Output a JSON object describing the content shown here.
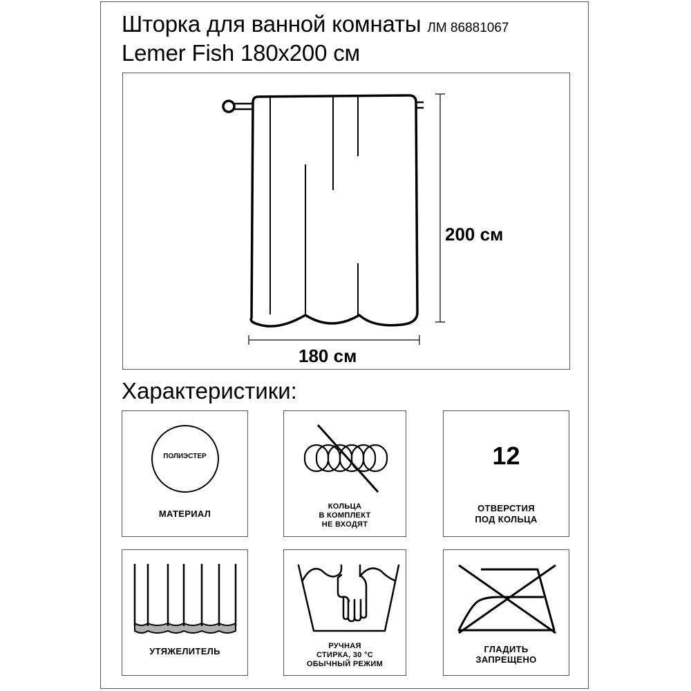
{
  "header": {
    "title_line1": "Шторка для ванной комнаты",
    "sku": "ЛМ 86881067",
    "title_line2": "Lemer Fish 180x200 см"
  },
  "diagram": {
    "height_label": "200 см",
    "width_label": "180 см",
    "icon": "shower-curtain-diagram-icon"
  },
  "characteristics": {
    "title": "Характеристики:",
    "cards": [
      {
        "icon": "material-circle-icon",
        "inner_text": "ПОЛИЭСТЕР",
        "label_lines": [
          "МАТЕРИАЛ"
        ]
      },
      {
        "icon": "rings-crossed-icon",
        "label_lines": [
          "КОЛЬЦА",
          "В КОМПЛЕКТ",
          "НЕ ВХОДЯТ"
        ]
      },
      {
        "icon": "holes-count-icon",
        "value": "12",
        "label_lines": [
          "ОТВЕРСТИЯ",
          "ПОД КОЛЬЦА"
        ]
      },
      {
        "icon": "weighted-hem-icon",
        "label_lines": [
          "УТЯЖЕЛИТЕЛЬ"
        ]
      },
      {
        "icon": "hand-wash-icon",
        "label_lines": [
          "РУЧНАЯ",
          "СТИРКА, 30 °С",
          "ОБЫЧНЫЙ РЕЖИМ"
        ]
      },
      {
        "icon": "no-ironing-icon",
        "label_lines": [
          "ГЛАДИТЬ",
          "ЗАПРЕЩЕНО"
        ]
      }
    ]
  },
  "colors": {
    "ink": "#000000",
    "border": "#555555",
    "hem_fill": "#b0b0b0"
  }
}
